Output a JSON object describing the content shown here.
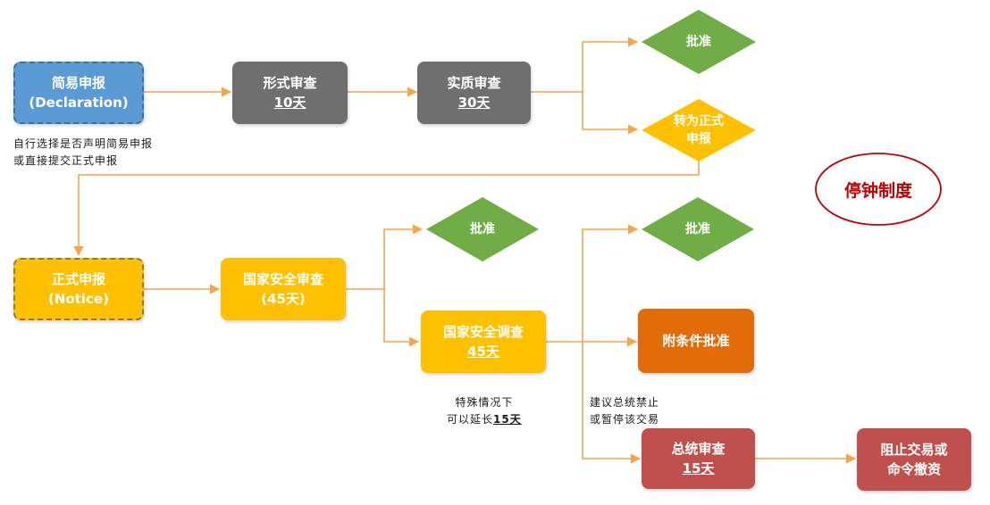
{
  "nodes": {
    "declaration": {
      "line1": "简易申报",
      "line2": "(Declaration)"
    },
    "formal_review": {
      "line1": "形式审查",
      "line2": "10天"
    },
    "substantive_review": {
      "line1": "实质审查",
      "line2": "30天"
    },
    "approve_1": {
      "label": "批准"
    },
    "convert_formal": {
      "line1": "转为正式",
      "line2": "申报"
    },
    "notice": {
      "line1": "正式申报",
      "line2": "(Notice)"
    },
    "security_review": {
      "line1": "国家安全审查",
      "line2": "(45天)"
    },
    "approve_2": {
      "label": "批准"
    },
    "security_investigation": {
      "line1": "国家安全调查",
      "line2": "45天"
    },
    "approve_3": {
      "label": "批准"
    },
    "conditional_approval": {
      "label": "附条件批准"
    },
    "presidential_review": {
      "line1": "总统审查",
      "line2": "15天"
    },
    "block_divest": {
      "line1": "阻止交易或",
      "line2": "命令撤资"
    },
    "suspension": {
      "label": "停钟制度"
    }
  },
  "notes": {
    "declaration_note": {
      "line1": "自行选择是否声明简易申报",
      "line2": "或直接提交正式申报"
    },
    "extension_note": {
      "line1": "特殊情况下",
      "line2_prefix": "可以延长",
      "line2_value": "15天"
    },
    "recommend_note": {
      "line1": "建议总统禁止",
      "line2": "或暂停该交易"
    }
  },
  "colors": {
    "arrow": "#f5a54a",
    "blue": "#5b9bd5",
    "gray": "#6f6f6f",
    "green": "#70ad47",
    "yellow": "#ffc000",
    "orange": "#e36c0a",
    "red": "#c0504d",
    "ellipse_border": "#c00000"
  }
}
